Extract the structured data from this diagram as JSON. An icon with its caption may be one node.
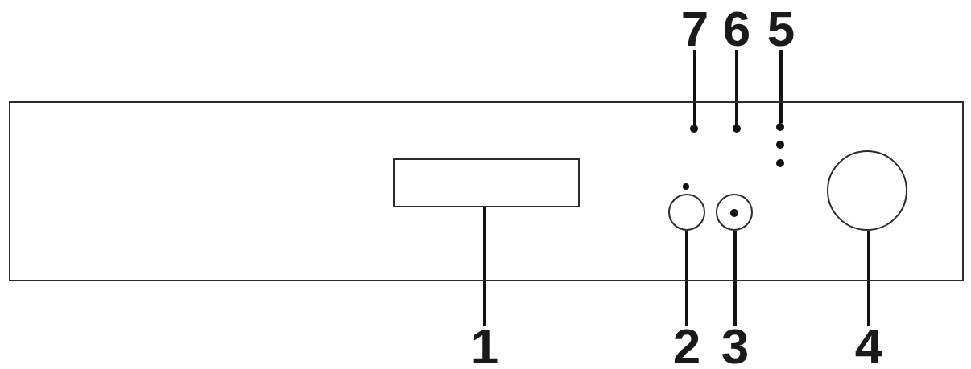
{
  "diagram": {
    "nodes": [
      {
        "text": [
          "7"
        ]
      },
      {
        "text": [
          "6"
        ]
      },
      {
        "text": [
          "5"
        ]
      },
      {
        "text": [],
        "shape": "box"
      },
      {
        "text": [],
        "shape": "box",
        "in": 3
      },
      {
        "text": [],
        "shape": "dot",
        "in": 3
      },
      {
        "text": [],
        "shape": "circle",
        "in": 3
      },
      {
        "text": [],
        "shape": "dot",
        "in": 3
      },
      {
        "text": [],
        "shape": "circle",
        "in": 3
      },
      {
        "text": [],
        "shape": "dot",
        "in": 8
      },
      {
        "text": [],
        "shape": "dot",
        "in": 3
      },
      {
        "text": [],
        "shape": "dot",
        "in": 3
      },
      {
        "text": [],
        "shape": "dot",
        "in": 3
      },
      {
        "text": [],
        "shape": "dot",
        "in": 3
      },
      {
        "text": [],
        "shape": "circle",
        "in": 3
      },
      {
        "text": [
          "1"
        ]
      },
      {
        "text": [
          "2"
        ]
      },
      {
        "text": [
          "3"
        ]
      },
      {
        "text": [
          "4"
        ]
      }
    ],
    "edges": [
      {
        "from": 0,
        "to": 7,
        "arrow": "none"
      },
      {
        "from": 1,
        "to": 10,
        "arrow": "none"
      },
      {
        "from": 2,
        "to": 11,
        "arrow": "none"
      },
      {
        "from": 15,
        "to": 4,
        "arrow": "none"
      },
      {
        "from": 16,
        "to": 6,
        "arrow": "none"
      },
      {
        "from": 17,
        "to": 8,
        "arrow": "none"
      },
      {
        "from": 18,
        "to": 14,
        "arrow": "none"
      }
    ]
  }
}
